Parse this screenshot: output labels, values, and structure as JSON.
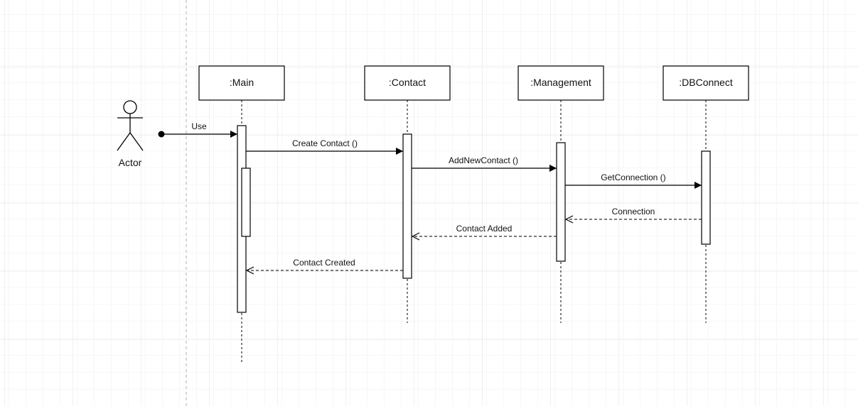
{
  "diagram": {
    "type": "sequence",
    "actor": {
      "label": "Actor"
    },
    "lifelines": [
      {
        "id": "main",
        "label": ":Main"
      },
      {
        "id": "contact",
        "label": ":Contact"
      },
      {
        "id": "management",
        "label": ":Management"
      },
      {
        "id": "dbconnect",
        "label": ":DBConnect"
      }
    ],
    "messages": [
      {
        "from": "actor",
        "to": "main",
        "label": "Use",
        "kind": "found"
      },
      {
        "from": "main",
        "to": "contact",
        "label": "Create Contact ()",
        "kind": "call"
      },
      {
        "from": "contact",
        "to": "management",
        "label": "AddNewContact ()",
        "kind": "call"
      },
      {
        "from": "management",
        "to": "dbconnect",
        "label": "GetConnection ()",
        "kind": "call"
      },
      {
        "from": "dbconnect",
        "to": "management",
        "label": "Connection",
        "kind": "return"
      },
      {
        "from": "management",
        "to": "contact",
        "label": "Contact Added",
        "kind": "return"
      },
      {
        "from": "contact",
        "to": "main",
        "label": "Contact Created",
        "kind": "return"
      }
    ]
  },
  "colors": {
    "stroke": "#000000",
    "grid_minor": "#eeeeee",
    "grid_major": "#e0e0e0",
    "page_border": "#c8c8c8",
    "background": "#ffffff"
  }
}
